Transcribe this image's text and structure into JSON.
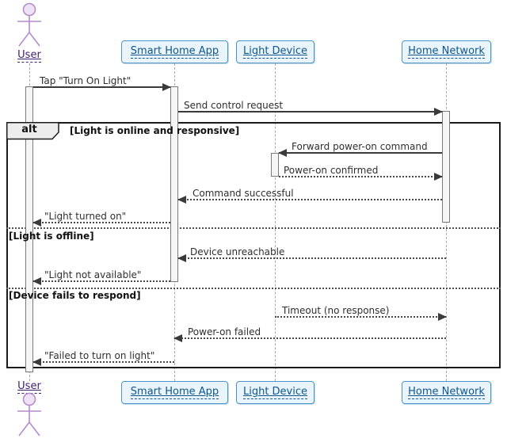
{
  "actor": {
    "name": "User"
  },
  "participants": [
    {
      "label": "Smart Home App"
    },
    {
      "label": "Light Device"
    },
    {
      "label": "Home Network"
    }
  ],
  "fragment": {
    "operator": "alt",
    "guards": [
      "[Light is online and responsive]",
      "[Light is offline]",
      "[Device fails to respond]"
    ]
  },
  "messages": [
    {
      "label": "Tap \"Turn On Light\"",
      "from": "User",
      "to": "Smart Home App",
      "line": "solid",
      "direction": "right"
    },
    {
      "label": "Send control request",
      "from": "Smart Home App",
      "to": "Home Network",
      "line": "solid",
      "direction": "right"
    },
    {
      "label": "Forward power-on command",
      "from": "Home Network",
      "to": "Light Device",
      "line": "solid",
      "direction": "left"
    },
    {
      "label": "Power-on confirmed",
      "from": "Light Device",
      "to": "Home Network",
      "line": "dotted",
      "direction": "right"
    },
    {
      "label": "Command successful",
      "from": "Home Network",
      "to": "Smart Home App",
      "line": "dotted",
      "direction": "left"
    },
    {
      "label": "\"Light turned on\"",
      "from": "Smart Home App",
      "to": "User",
      "line": "dotted",
      "direction": "left"
    },
    {
      "label": "Device unreachable",
      "from": "Home Network",
      "to": "Smart Home App",
      "line": "dotted",
      "direction": "left"
    },
    {
      "label": "\"Light not available\"",
      "from": "Smart Home App",
      "to": "User",
      "line": "dotted",
      "direction": "left"
    },
    {
      "label": "Timeout (no response)",
      "from": "Light Device",
      "to": "Home Network",
      "line": "dotted",
      "direction": "right"
    },
    {
      "label": "Power-on failed",
      "from": "Home Network",
      "to": "Smart Home App",
      "line": "dotted",
      "direction": "left"
    },
    {
      "label": "\"Failed to turn on light\"",
      "from": "Smart Home App",
      "to": "User",
      "line": "dotted",
      "direction": "left"
    }
  ],
  "colors": {
    "participant_fill": "#e9f4fc",
    "participant_border": "#4b96c8",
    "participant_text": "#0e568c",
    "actor_stroke": "#b48ccb",
    "actor_head_fill": "#efe2f7",
    "actor_text": "#3f2073",
    "arrow": "#3a3a3a",
    "frame_border": "#1b1b1b",
    "lifeline": "#a8a8a8"
  }
}
